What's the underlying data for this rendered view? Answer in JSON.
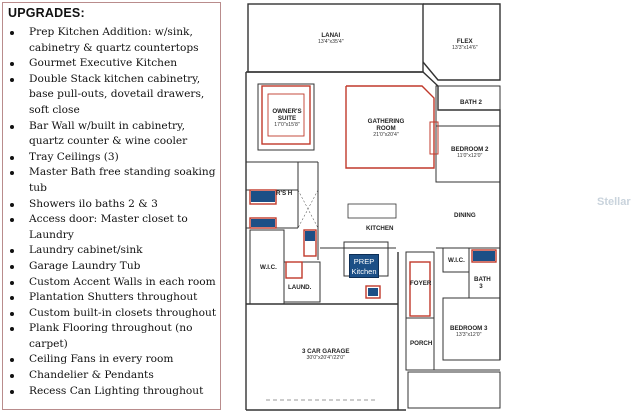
{
  "panel": {
    "title": "UPGRADES:",
    "items": [
      "Prep Kitchen Addition:  w/sink, cabinetry & quartz countertops",
      "Gourmet Executive Kitchen",
      "Double Stack kitchen cabinetry, base pull-outs, dovetail drawers, soft close",
      "Bar Wall w/built in cabinetry, quartz counter & wine cooler",
      "Tray Ceilings (3)",
      "Master Bath free standing soaking tub",
      "Showers ilo baths 2 & 3",
      "Access door: Master closet to Laundry",
      "Laundry cabinet/sink",
      "Garage Laundry Tub",
      "Custom Accent Walls in each room",
      "Plantation Shutters throughout",
      "Custom built-in closets throughout",
      "Plank Flooring throughout (no carpet)",
      "Ceiling Fans in every room",
      "Chandelier & Pendants",
      "Recess Can Lighting throughout"
    ]
  },
  "plan": {
    "rooms": {
      "lanai": {
        "name": "LANAI",
        "dim": "13'4\"x35'4\""
      },
      "flex": {
        "name": "FLEX",
        "dim": "13'3\"x14'6\""
      },
      "owners_suite": {
        "name": "OWNER'S SUITE",
        "dim": "17'0\"x15'8\""
      },
      "gathering_room": {
        "name": "GATHERING ROOM",
        "dim": "21'0\"x20'4\""
      },
      "bath2": {
        "name": "BATH 2"
      },
      "bedroom2": {
        "name": "BEDROOM 2",
        "dim": "11'0\"x12'0\""
      },
      "owners_bath": {
        "name": "R'S H"
      },
      "dining": {
        "name": "DINING"
      },
      "kitchen": {
        "name": "KITCHEN"
      },
      "wic_left": {
        "name": "W.I.C."
      },
      "laundry": {
        "name": "LAUND."
      },
      "foyer": {
        "name": "FOYER"
      },
      "wic_right": {
        "name": "W.I.C."
      },
      "bath3": {
        "name": "BATH 3"
      },
      "bedroom3": {
        "name": "BEDROOM 3",
        "dim": "13'3\"x12'0\""
      },
      "porch": {
        "name": "PORCH"
      },
      "garage": {
        "name": "3 CAR GARAGE",
        "dim": "30'0\"x20'4\"/22'0\""
      }
    },
    "prep_label": "PREP Kitchen",
    "accent_color": "#c0392b",
    "prep_color": "#1c4f86"
  },
  "watermark": "Stellar"
}
